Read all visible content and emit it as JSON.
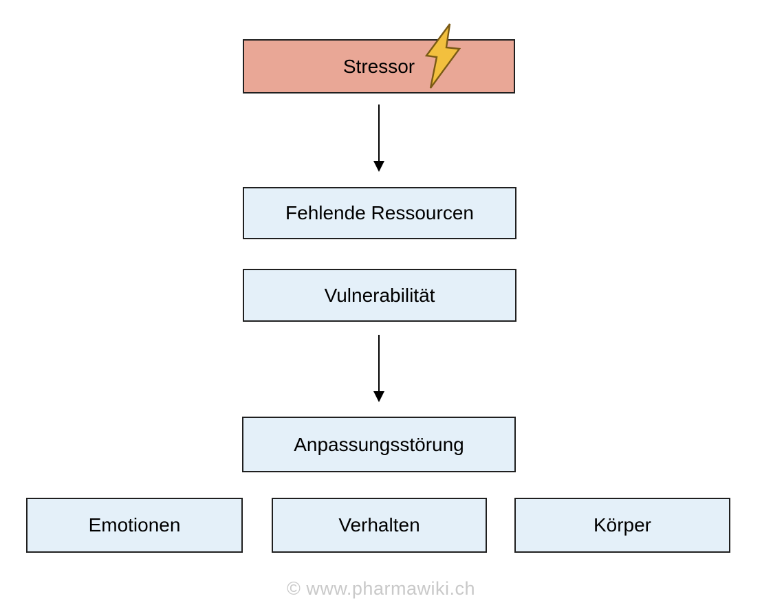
{
  "diagram": {
    "nodes": {
      "stressor": {
        "label": "Stressor"
      },
      "fehlende_ressourcen": {
        "label": "Fehlende Ressourcen"
      },
      "vulnerabilitaet": {
        "label": "Vulnerabilität"
      },
      "anpassungsstoerung": {
        "label": "Anpassungsstörung"
      },
      "emotionen": {
        "label": "Emotionen"
      },
      "verhalten": {
        "label": "Verhalten"
      },
      "koerper": {
        "label": "Körper"
      }
    },
    "connectors": [
      {
        "from": "stressor",
        "to": "fehlende_ressourcen",
        "type": "arrow-down"
      },
      {
        "from": "vulnerabilitaet",
        "to": "anpassungsstoerung",
        "type": "arrow-down"
      }
    ],
    "icons": {
      "lightning_bolt": "⚡"
    }
  },
  "colors": {
    "stressor_fill": "#E9A796",
    "node_fill": "#E4F0F9",
    "border": "#1F1F1F",
    "bolt_fill": "#F2C03E",
    "bolt_stroke": "#7A5A15",
    "footer_text": "#C9C9C9"
  },
  "footer": {
    "copyright": "© www.pharmawiki.ch"
  }
}
